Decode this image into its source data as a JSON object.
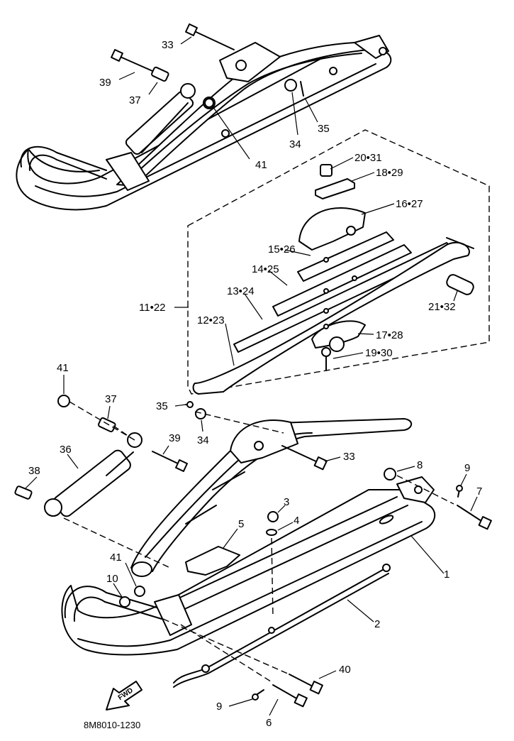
{
  "diagram": {
    "labels": {
      "l33_top": "33",
      "l39_top": "39",
      "l37_top": "37",
      "l34_top": "34",
      "l35_top": "35",
      "l41_top": "41",
      "l20_31": "20•31",
      "l18_29": "18•29",
      "l16_27": "16•27",
      "l15_26": "15•26",
      "l14_25": "14•25",
      "l13_24": "13•24",
      "l11_22": "11•22",
      "l12_23": "12•23",
      "l21_32": "21•32",
      "l17_28": "17•28",
      "l19_30": "19•30",
      "l41_mid": "41",
      "l37_mid": "37",
      "l35_mid": "35",
      "l34_mid": "34",
      "l39_mid": "39",
      "l33_mid": "33",
      "l36": "36",
      "l38": "38",
      "l8": "8",
      "l9_right": "9",
      "l7": "7",
      "l3": "3",
      "l4": "4",
      "l5": "5",
      "l1": "1",
      "l41_low": "41",
      "l10": "10",
      "l2": "2",
      "l40": "40",
      "l9_low": "9",
      "l6": "6"
    },
    "fwd_label": "FWD",
    "part_code": "8M8010-1230"
  }
}
